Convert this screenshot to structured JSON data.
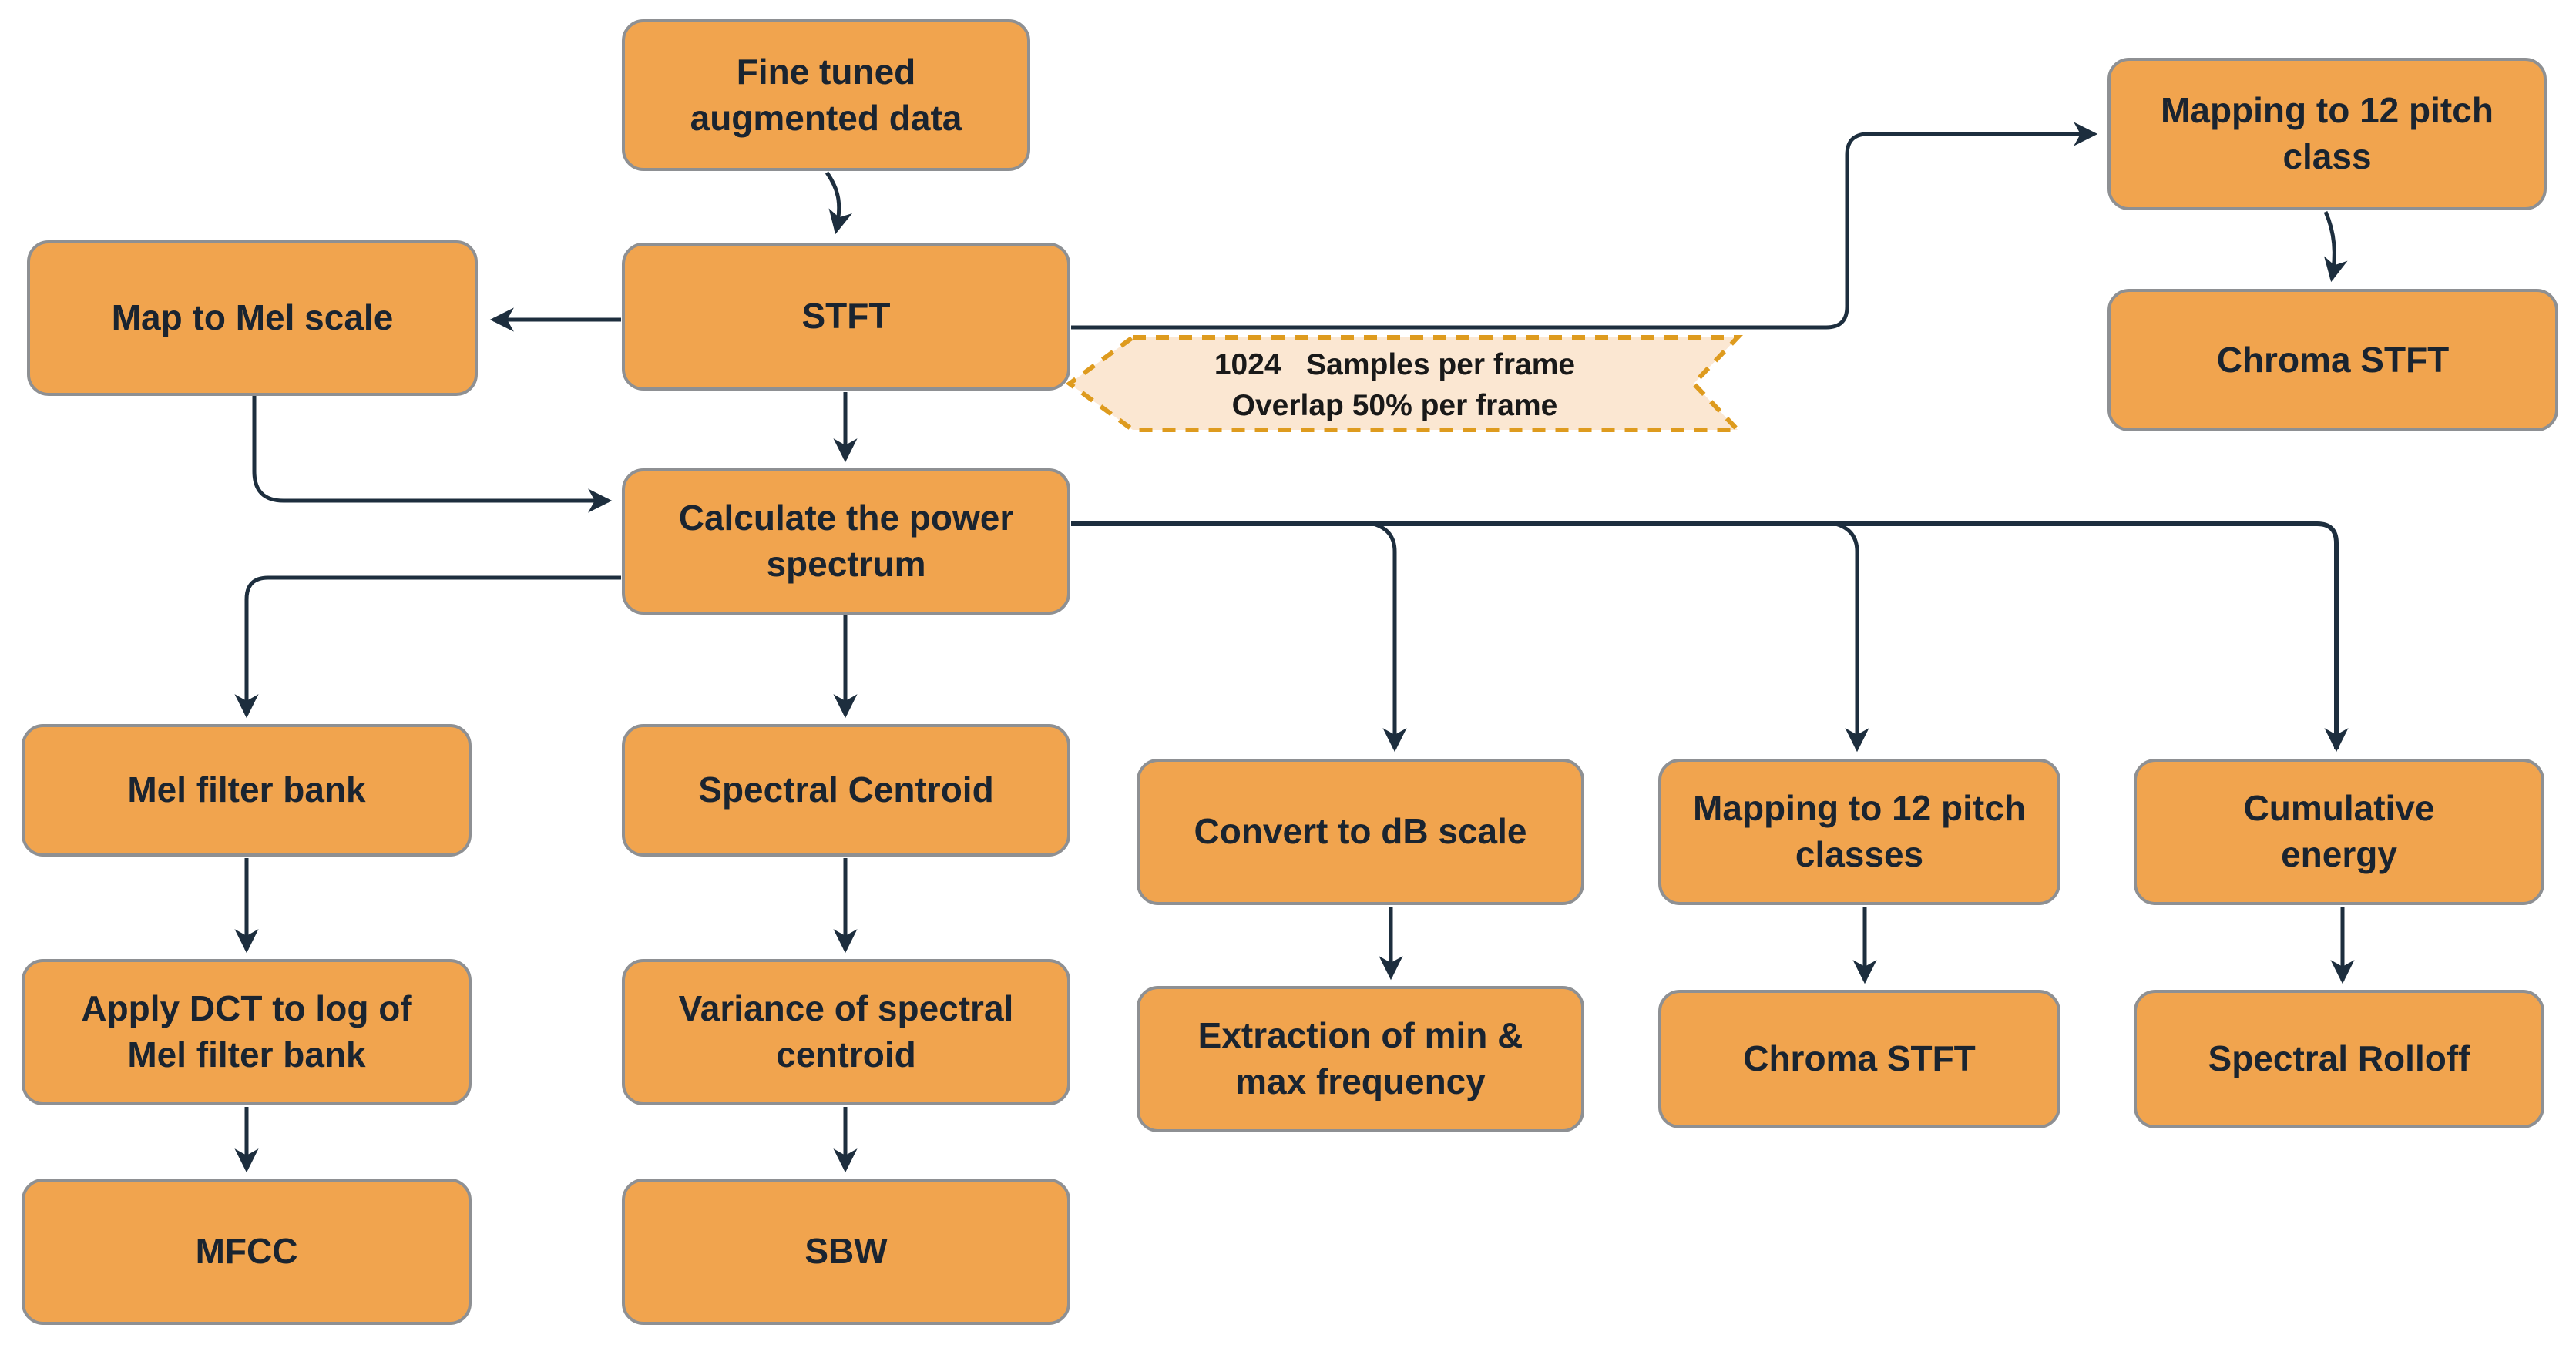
{
  "colors": {
    "node_fill": "#F1A44E",
    "node_border": "#8E9093",
    "arrow": "#1D2E3E",
    "ribbon_fill": "#FBE7D2",
    "ribbon_border": "#DE9B1E",
    "text": "#1A2430"
  },
  "nodes": {
    "fine_tuned": {
      "label": "Fine tuned augmented data"
    },
    "map_mel": {
      "label": "Map to Mel scale"
    },
    "stft": {
      "label": "STFT"
    },
    "mapping_12_top": {
      "label": "Mapping to 12 pitch class"
    },
    "chroma_top": {
      "label": "Chroma STFT"
    },
    "power_spectrum": {
      "label": "Calculate the power spectrum"
    },
    "mel_filter": {
      "label": "Mel filter bank"
    },
    "spectral_centroid": {
      "label": "Spectral Centroid"
    },
    "db_scale": {
      "label": "Convert to dB scale"
    },
    "mapping_12_bottom": {
      "label": "Mapping to 12 pitch classes"
    },
    "cumulative": {
      "label": "Cumulative energy"
    },
    "dct": {
      "label": "Apply DCT to log of Mel filter bank"
    },
    "variance": {
      "label": "Variance of spectral centroid"
    },
    "extraction": {
      "label": "Extraction  of min & max frequency"
    },
    "chroma_bottom": {
      "label": "Chroma STFT"
    },
    "rolloff": {
      "label": "Spectral Rolloff"
    },
    "mfcc": {
      "label": "MFCC"
    },
    "sbw": {
      "label": "SBW"
    }
  },
  "ribbon": {
    "line1": "1024   Samples per frame",
    "line2": "Overlap 50% per frame"
  },
  "edges": [
    {
      "from": "Fine tuned augmented data",
      "to": "STFT"
    },
    {
      "from": "STFT",
      "to": "Map to Mel scale"
    },
    {
      "from": "STFT",
      "to": "Mapping to 12 pitch class"
    },
    {
      "from": "STFT",
      "to": "Calculate the power spectrum"
    },
    {
      "from": "Map to Mel scale",
      "to": "Calculate the power spectrum"
    },
    {
      "from": "Mapping to 12 pitch class",
      "to": "Chroma STFT (top)"
    },
    {
      "from": "Calculate the power spectrum",
      "to": "Mel filter bank"
    },
    {
      "from": "Calculate the power spectrum",
      "to": "Spectral Centroid"
    },
    {
      "from": "Calculate the power spectrum",
      "to": "Convert to dB scale"
    },
    {
      "from": "Calculate the power spectrum",
      "to": "Mapping to 12 pitch classes"
    },
    {
      "from": "Calculate the power spectrum",
      "to": "Cumulative energy"
    },
    {
      "from": "Mel filter bank",
      "to": "Apply DCT to log of Mel filter bank"
    },
    {
      "from": "Apply DCT to log of Mel filter bank",
      "to": "MFCC"
    },
    {
      "from": "Spectral Centroid",
      "to": "Variance of spectral centroid"
    },
    {
      "from": "Variance of spectral centroid",
      "to": "SBW"
    },
    {
      "from": "Convert to dB scale",
      "to": "Extraction  of min & max frequency"
    },
    {
      "from": "Mapping to 12 pitch classes",
      "to": "Chroma STFT (bottom)"
    },
    {
      "from": "Cumulative energy",
      "to": "Spectral Rolloff"
    }
  ]
}
